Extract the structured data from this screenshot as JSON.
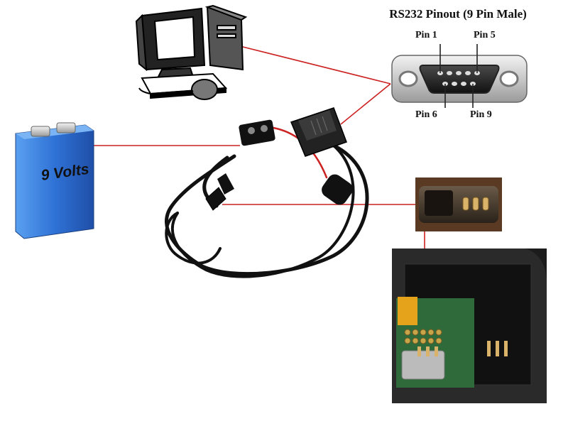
{
  "pinout": {
    "title": "RS232 Pinout (9 Pin Male)",
    "pin1": "Pin 1",
    "pin5": "Pin 5",
    "pin6": "Pin 6",
    "pin9": "Pin 9"
  },
  "battery": {
    "label": "9 Volts"
  },
  "colors": {
    "connector_line": "#cc2222",
    "battery_blue": "#2f72d6",
    "pcb_green": "#2f6b3a"
  }
}
